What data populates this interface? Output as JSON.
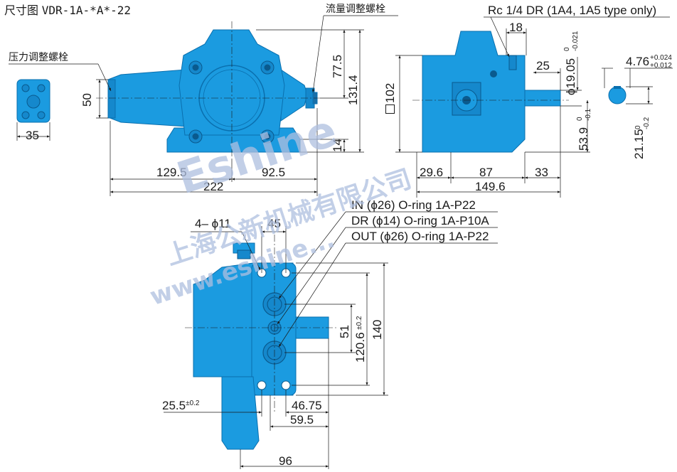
{
  "title": {
    "label": "尺寸图",
    "model": "VDR-1A-*A*-22"
  },
  "callouts": {
    "flow_screw": "流量调整螺栓",
    "pressure_screw": "压力调整螺栓",
    "rc_port": "Rc 1/4 DR (1A4, 1A5 type only)",
    "in_port": "IN (ϕ26) O-ring 1A-P22",
    "dr_port": "DR (ϕ14) O-ring 1A-P10A",
    "out_port": "OUT (ϕ26) O-ring 1A-P22",
    "holes": "4– ϕ11"
  },
  "dims": {
    "d35": "35",
    "d50": "50",
    "d77_5": "77.5",
    "d131_4": "131.4",
    "d14": "14",
    "d129_5": "129.5",
    "d92_5": "92.5",
    "d222": "222",
    "d18": "18",
    "d102": "102",
    "d25": "25",
    "shaft_dia": "ϕ19.05",
    "shaft_dia_tol_up": "0",
    "shaft_dia_tol_lo": "-0.021",
    "d53_9": "53.9",
    "d53_9_tol_up": "0",
    "d53_9_tol_lo": "-0.1",
    "d29_6": "29.6",
    "d87": "87",
    "d33": "33",
    "d149_6": "149.6",
    "key_w": "4.76",
    "key_w_tol_up": "+0.024",
    "key_w_tol_lo": "+0.012",
    "key_h": "21.15",
    "key_h_tol_up": "0",
    "key_h_tol_lo": "-0.2",
    "d45": "45",
    "d51": "51",
    "d120_6": "120.6",
    "d120_6_tol": "±0.2",
    "d140": "140",
    "d25_5": "25.5",
    "d25_5_tol": "±0.2",
    "d46_75": "46.75",
    "d59_5": "59.5",
    "d96": "96"
  },
  "watermark": {
    "brand": "Eshine",
    "company": "上海公新机械有限公司",
    "url": "www.eshine..."
  },
  "colors": {
    "body": "#1b9be0",
    "body_dark": "#0a6fae",
    "line": "#1a1a1a",
    "watermark": "#aebfe0"
  }
}
